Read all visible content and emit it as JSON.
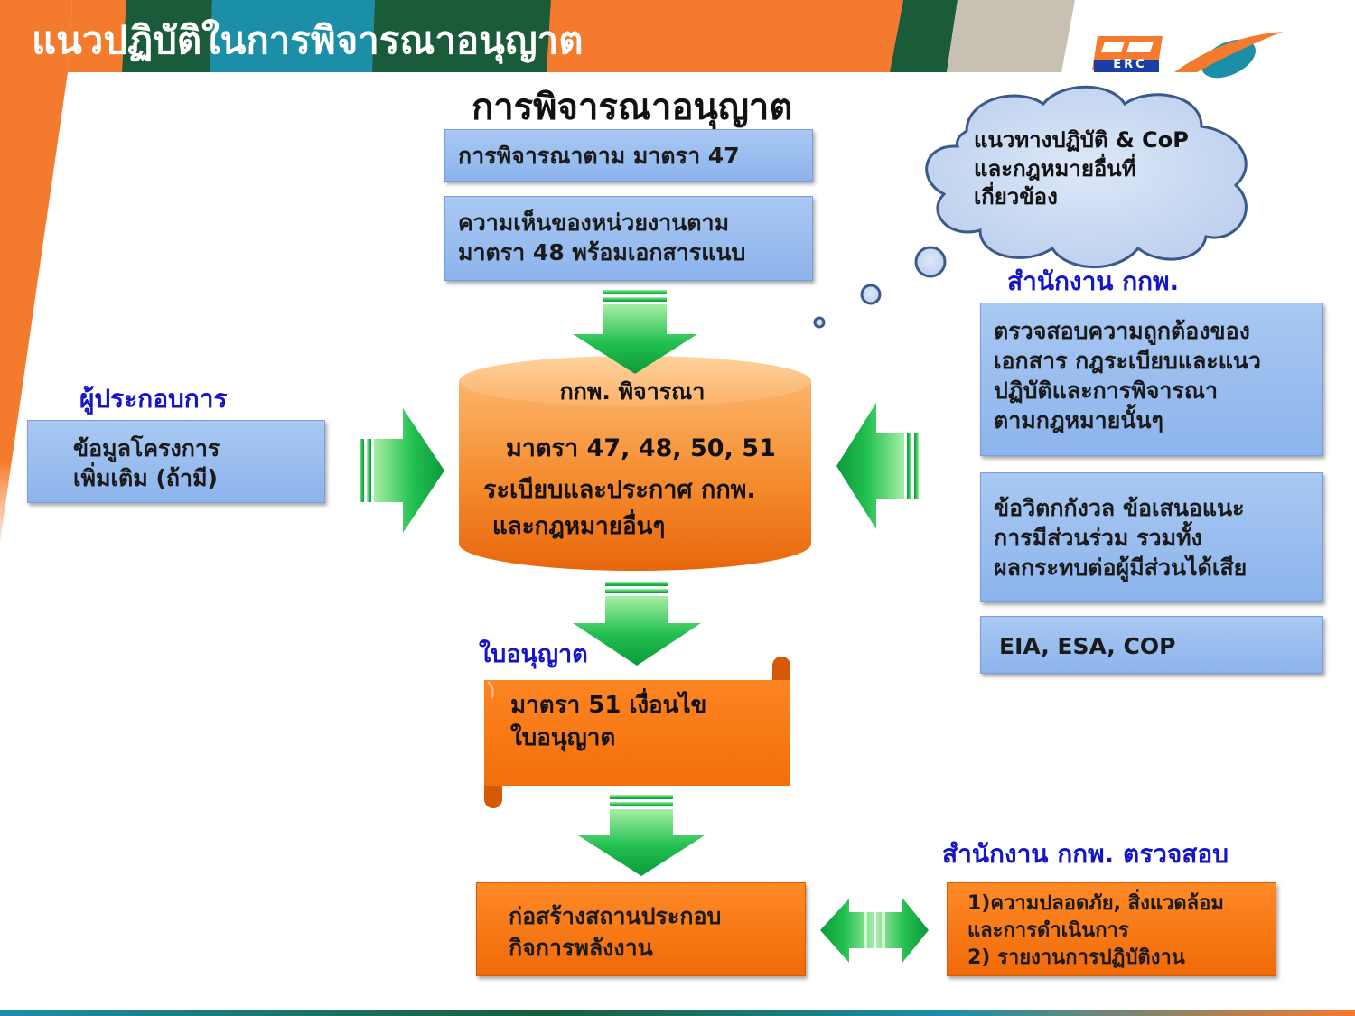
{
  "header": {
    "title": "แนวปฏิบัติในการพิจารณาอนุญาต",
    "logo_text": "ERC"
  },
  "center_title": "การพิจารณาอนุญาต",
  "top_boxes": [
    {
      "text": "การพิจารณาตาม มาตรา 47"
    },
    {
      "line1": "ความเห็นของหน่วยงานตาม",
      "line2": "มาตรา 48 พร้อมเอกสารแนบ"
    }
  ],
  "thought_cloud": {
    "line1": "แนวทางปฏิบัติ & CoP",
    "line2": "และกฎหมายอื่นที่",
    "line3": "เกี่ยวข้อง"
  },
  "office_label": "สำนักงาน กกพ.",
  "right_boxes": [
    {
      "lines": [
        "ตรวจสอบความถูกต้องของ",
        "เอกสาร กฎระเบียบและแนว",
        "ปฏิบัติและการพิจารณา",
        "ตามกฎหมายนั้นๆ"
      ]
    },
    {
      "lines": [
        "ข้อวิตกกังวล ข้อเสนอแนะ",
        "การมีส่วนร่วม  รวมทั้ง",
        "ผลกระทบต่อผู้มีส่วนได้เสีย"
      ]
    },
    {
      "lines": [
        "EIA, ESA, COP"
      ]
    }
  ],
  "operator": {
    "label": "ผู้ประกอบการ",
    "line1": "ข้อมูลโครงการ",
    "line2": "เพิ่มเติม (ถ้ามี)"
  },
  "cylinder": {
    "title": "กกพ. พิจารณา",
    "line1": "มาตรา 47, 48, 50, 51",
    "line2": "ระเบียบและประกาศ กกพ.",
    "line3": "และกฎหมายอื่นๆ"
  },
  "license": {
    "label": "ใบอนุญาต",
    "line1": "มาตรา 51 เงื่อนไข",
    "line2": "ใบอนุญาต"
  },
  "construct": {
    "line1": "ก่อสร้างสถานประกอบ",
    "line2": "กิจการพลังงาน"
  },
  "inspect": {
    "label": "สำนักงาน กกพ. ตรวจสอบ",
    "line1": "1)ความปลอดภัย, สิ่งแวดล้อม",
    "line2": "และการดำเนินการ",
    "line3": "2) รายงานการปฏิบัติงาน"
  },
  "colors": {
    "header_orange": "#f47a2e",
    "header_green": "#1a5c3a",
    "header_teal": "#1b8fa8",
    "box_blue": "#9cbdf0",
    "box_orange": "#f57a12",
    "arrow_green": "#14b04a",
    "label_blue": "#1414c8"
  }
}
